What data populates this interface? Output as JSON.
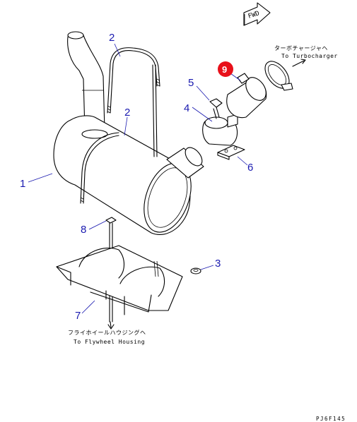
{
  "fwd_label": "FWD",
  "notes": {
    "turbo_jp": "ターボチャージャヘ",
    "turbo_en": "To Turbocharger",
    "flywheel_jp": "フライホイールハウジングヘ",
    "flywheel_en": "To Flywheel Housing"
  },
  "callouts": {
    "c1": "1",
    "c2a": "2",
    "c2b": "2",
    "c3": "3",
    "c4": "4",
    "c5": "5",
    "c6": "6",
    "c7": "7",
    "c8": "8",
    "c9": "9"
  },
  "highlight_color": "#e8101a",
  "callout_color": "#1a1ab0",
  "drawing_code": "PJ6F145"
}
